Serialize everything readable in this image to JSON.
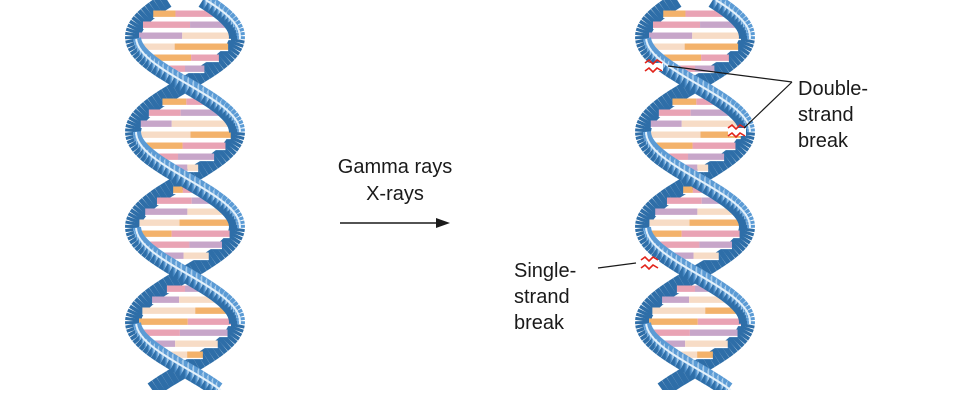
{
  "treatment": {
    "line1": "Gamma rays",
    "line2": "X-rays"
  },
  "annotations": {
    "double_strand": [
      "Double-",
      "strand",
      "break"
    ],
    "single_strand": [
      "Single-",
      "strand",
      "break"
    ]
  },
  "colors": {
    "backbone": "#5b9bd5",
    "backbone_dark": "#2e6ea8",
    "backbone_light": "#bcd9f1",
    "rung_orange": "#f3b26b",
    "rung_pink": "#e9a3b4",
    "rung_lavender": "#c7a6c9",
    "rung_cream": "#f7dcc6",
    "break_mark": "#e2231a"
  },
  "icons": {
    "arrow": "right-arrow-icon",
    "break": "break-mark-icon"
  }
}
